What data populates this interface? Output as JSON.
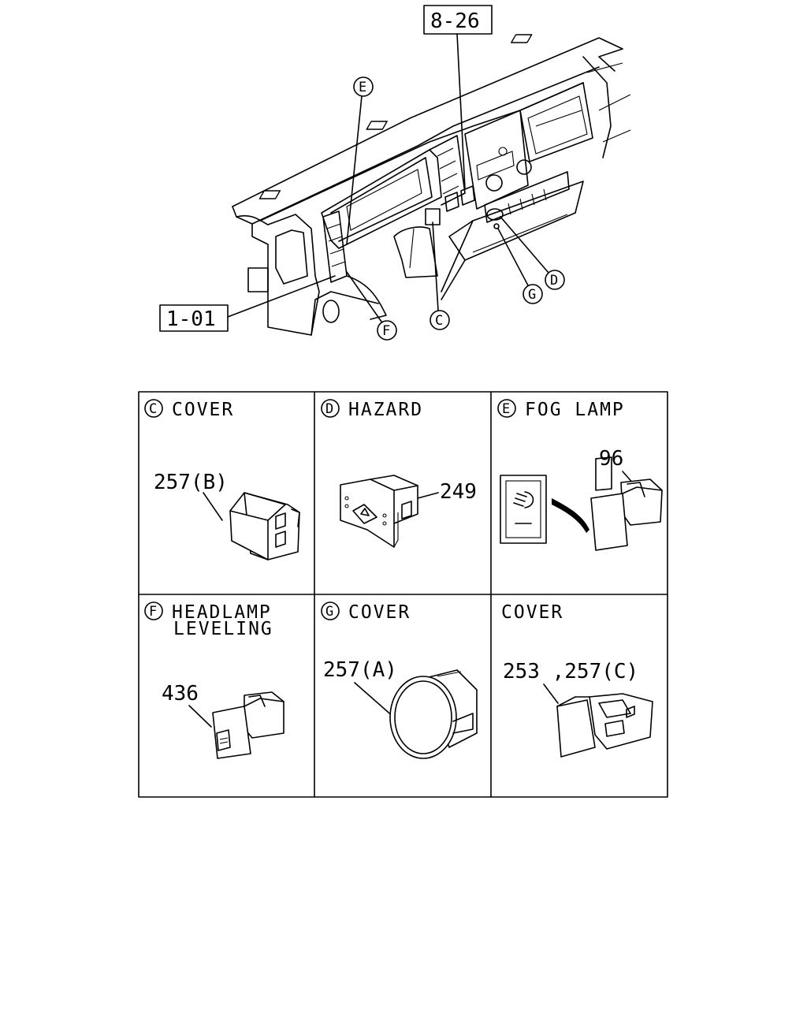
{
  "overview": {
    "ref_top": "8-26",
    "ref_left": "1-01",
    "callouts": {
      "c": "C",
      "d": "D",
      "e": "E",
      "f": "F",
      "g": "G"
    }
  },
  "cells": [
    {
      "letter": "C",
      "title_1": "COVER",
      "title_2": "",
      "part": "257(B)"
    },
    {
      "letter": "D",
      "title_1": "HAZARD",
      "title_2": "",
      "part": "249"
    },
    {
      "letter": "E",
      "title_1": "FOG LAMP",
      "title_2": "",
      "part": "96"
    },
    {
      "letter": "F",
      "title_1": "HEADLAMP",
      "title_2": "LEVELING",
      "part": "436"
    },
    {
      "letter": "G",
      "title_1": "COVER",
      "title_2": "",
      "part": "257(A)"
    },
    {
      "letter": "",
      "title_1": "COVER",
      "title_2": "",
      "part": "253 ,257(C)"
    }
  ]
}
